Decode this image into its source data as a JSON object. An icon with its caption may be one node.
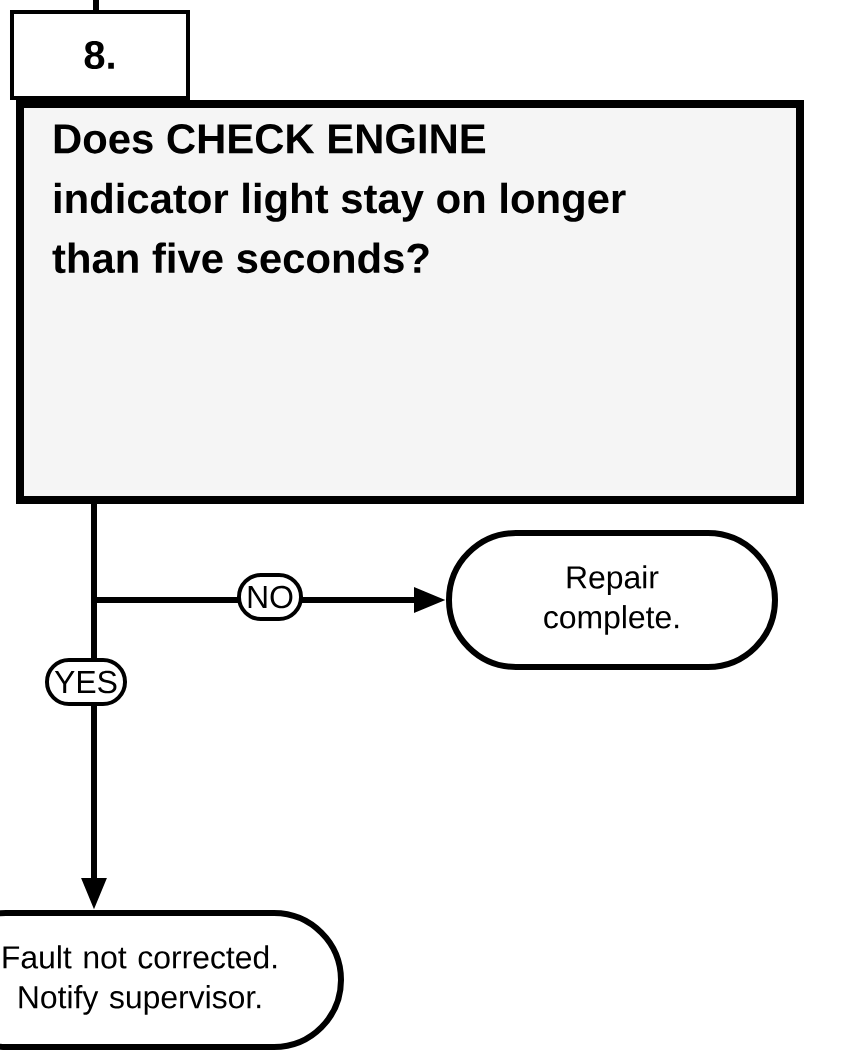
{
  "diagram": {
    "nodes": [
      {
        "text": [
          "8."
        ]
      },
      {
        "text": [
          "Does CHECK ENGINE indicator light stay on longer than five seconds?"
        ]
      },
      {
        "text": [
          "Repair complete."
        ]
      },
      {
        "text": [
          "Fault not corrected. Notify supervisor."
        ]
      }
    ],
    "edges": [
      {
        "from": null,
        "to": 0,
        "arrow": "none"
      },
      {
        "from": 1,
        "to": 2,
        "arrow": "to",
        "label": "NO"
      },
      {
        "from": 1,
        "to": 3,
        "arrow": "to",
        "label": "YES"
      }
    ]
  }
}
